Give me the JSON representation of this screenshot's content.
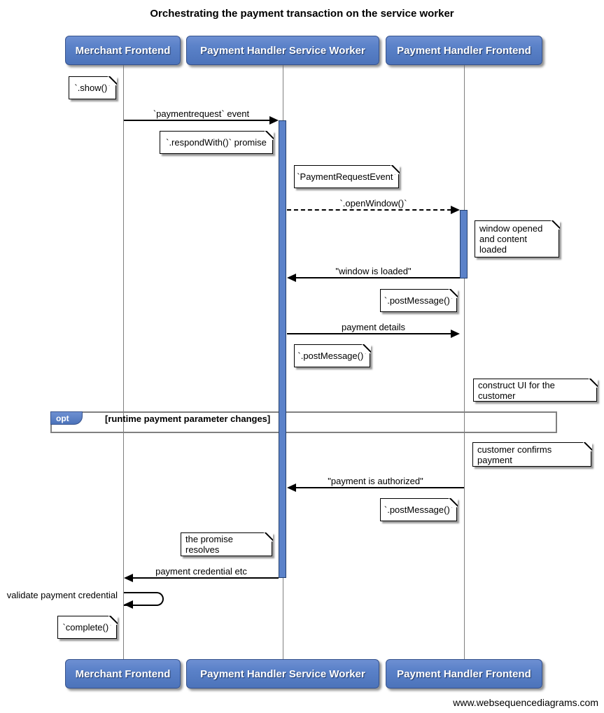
{
  "title": "Orchestrating the payment transaction on the service worker",
  "footer": "www.websequencediagrams.com",
  "participants": {
    "merchant": "Merchant Frontend",
    "service_worker": "Payment Handler Service Worker",
    "handler_frontend": "Payment Handler Frontend"
  },
  "messages": {
    "paymentrequest_event": "`paymentrequest` event",
    "open_window": "`.openWindow()`",
    "window_is_loaded": "\"window is loaded\"",
    "payment_details": "payment details",
    "payment_is_authorized": "\"payment is authorized\"",
    "payment_credential_etc": "payment credential etc",
    "validate_payment_credential": "validate payment credential"
  },
  "notes": {
    "show": "`.show()`",
    "respond_with": "`.respondWith()` promise",
    "payment_request_event": "`PaymentRequestEvent`",
    "window_opened": "window opened\nand content loaded",
    "post_message_1": "`.postMessage()`",
    "post_message_2": "`.postMessage()`",
    "construct_ui": "construct UI for the customer",
    "customer_confirms": "customer confirms payment",
    "post_message_3": "`.postMessage()`",
    "promise_resolves": "the promise resolves",
    "complete": "`complete()`"
  },
  "fragment": {
    "operator": "opt",
    "condition": "[runtime payment parameter changes]"
  },
  "colors": {
    "participant_blue": "#5b82c9",
    "participant_border": "#36528c",
    "activation_blue": "#5b82c9",
    "lifeline_gray": "#7f7f7f",
    "frame_gray": "#808080"
  }
}
